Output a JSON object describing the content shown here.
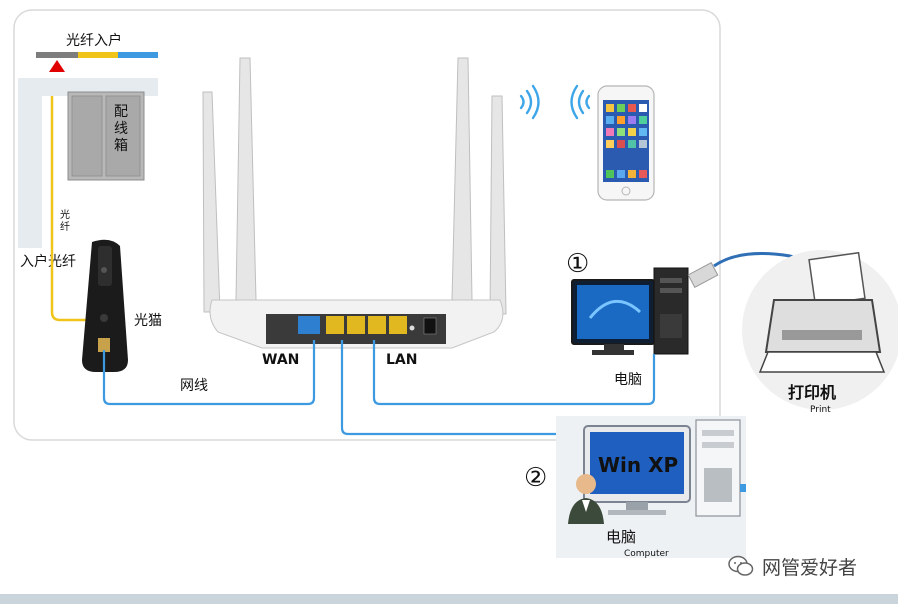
{
  "labels": {
    "fiber_in_top": "光纤入户",
    "distribution_box": "配线箱",
    "fiber_vertical": "光纤",
    "home_fiber": "入户光纤",
    "optical_modem": "光猫",
    "network_cable": "网线",
    "wan": "WAN",
    "lan": "LAN",
    "computer_1": "电脑",
    "printer": "打印机",
    "printer_en": "Print",
    "computer_2": "电脑",
    "computer_en": "Computer",
    "winxp": "Win XP",
    "marker_1": "①",
    "marker_2": "②",
    "watermark": "网管爱好者"
  },
  "colors": {
    "cable_blue": "#3d9ae0",
    "fiber_yellow": "#f0c419",
    "fiber_gray": "#7d7d7d",
    "marker_red": "#e00000",
    "panel_border": "#d9d9d9"
  }
}
